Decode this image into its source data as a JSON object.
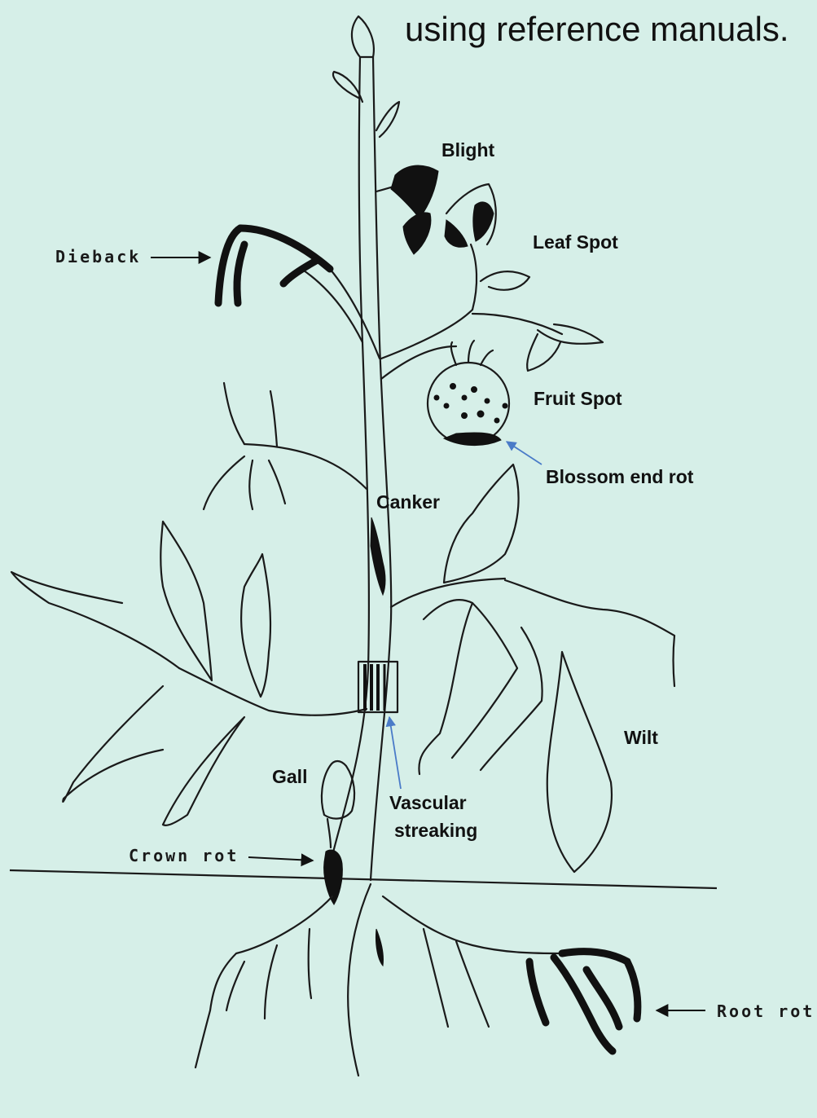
{
  "heading": "using reference manuals.",
  "labels": {
    "blight": "Blight",
    "leaf_spot": "Leaf Spot",
    "dieback": "Dieback",
    "fruit_spot": "Fruit Spot",
    "blossom_end_rot": "Blossom end rot",
    "canker": "Canker",
    "wilt": "Wilt",
    "gall": "Gall",
    "vascular_streaking_1": "Vascular",
    "vascular_streaking_2": "streaking",
    "crown_rot": "Crown rot",
    "root_rot": "Root rot"
  },
  "colors": {
    "background": "#d6efe8",
    "ink": "#111111",
    "pointer_blue": "#4a7bc8"
  }
}
